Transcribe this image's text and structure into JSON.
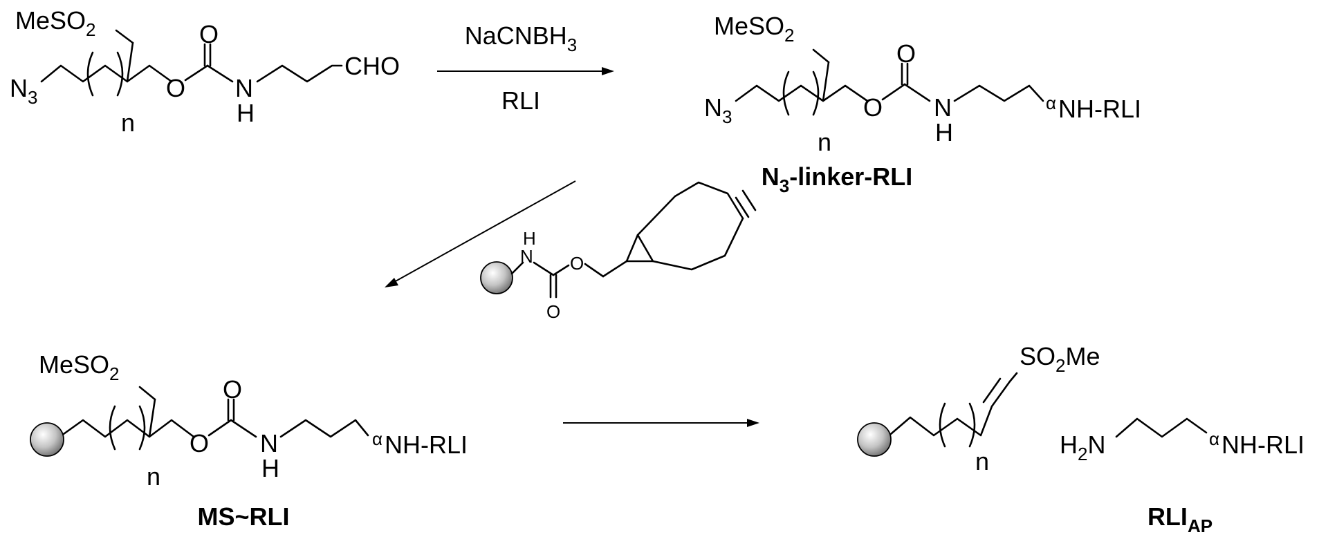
{
  "reactant": {
    "mesyl": "MeSO",
    "mesyl_sub": "2",
    "azide": "N",
    "azide_sub": "3",
    "n": "n",
    "o_ester": "O",
    "o_carbonyl": "O",
    "n_amide": "N",
    "h_amide": "H",
    "aldehyde": "CHO"
  },
  "step1": {
    "reagent_top": "NaCNBH",
    "reagent_top_sub": "3",
    "reagent_bottom": "RLI"
  },
  "intermediate": {
    "mesyl": "MeSO",
    "mesyl_sub": "2",
    "azide": "N",
    "azide_sub": "3",
    "n": "n",
    "o_ester": "O",
    "o_carbonyl": "O",
    "n_amide": "N",
    "h_amide": "H",
    "alpha": "α",
    "amine": "NH-RLI",
    "label_pre": "N",
    "label_sub": "3",
    "label_post": "-linker-RLI"
  },
  "reagent_bcn": {
    "nh_n": "N",
    "nh_h": "H",
    "o_ester": "O",
    "o_carbonyl": "O"
  },
  "product": {
    "mesyl": "MeSO",
    "mesyl_sub": "2",
    "n": "n",
    "o_ester": "O",
    "o_carbonyl": "O",
    "n_amide": "N",
    "h_amide": "H",
    "alpha": "α",
    "amine": "NH-RLI",
    "label": "MS~RLI"
  },
  "released": {
    "sulfone": "SO",
    "sulfone_sub": "2",
    "sulfone_me": "Me",
    "n": "n",
    "amine_h": "H",
    "amine_h_sub": "2",
    "amine_n": "N",
    "alpha": "α",
    "amine": "NH-RLI",
    "label": "RLI",
    "label_sub": "AP"
  },
  "colors": {
    "ink": "#000000",
    "bead_light": "#ffffff",
    "bead_dark": "#6e6e6e"
  }
}
